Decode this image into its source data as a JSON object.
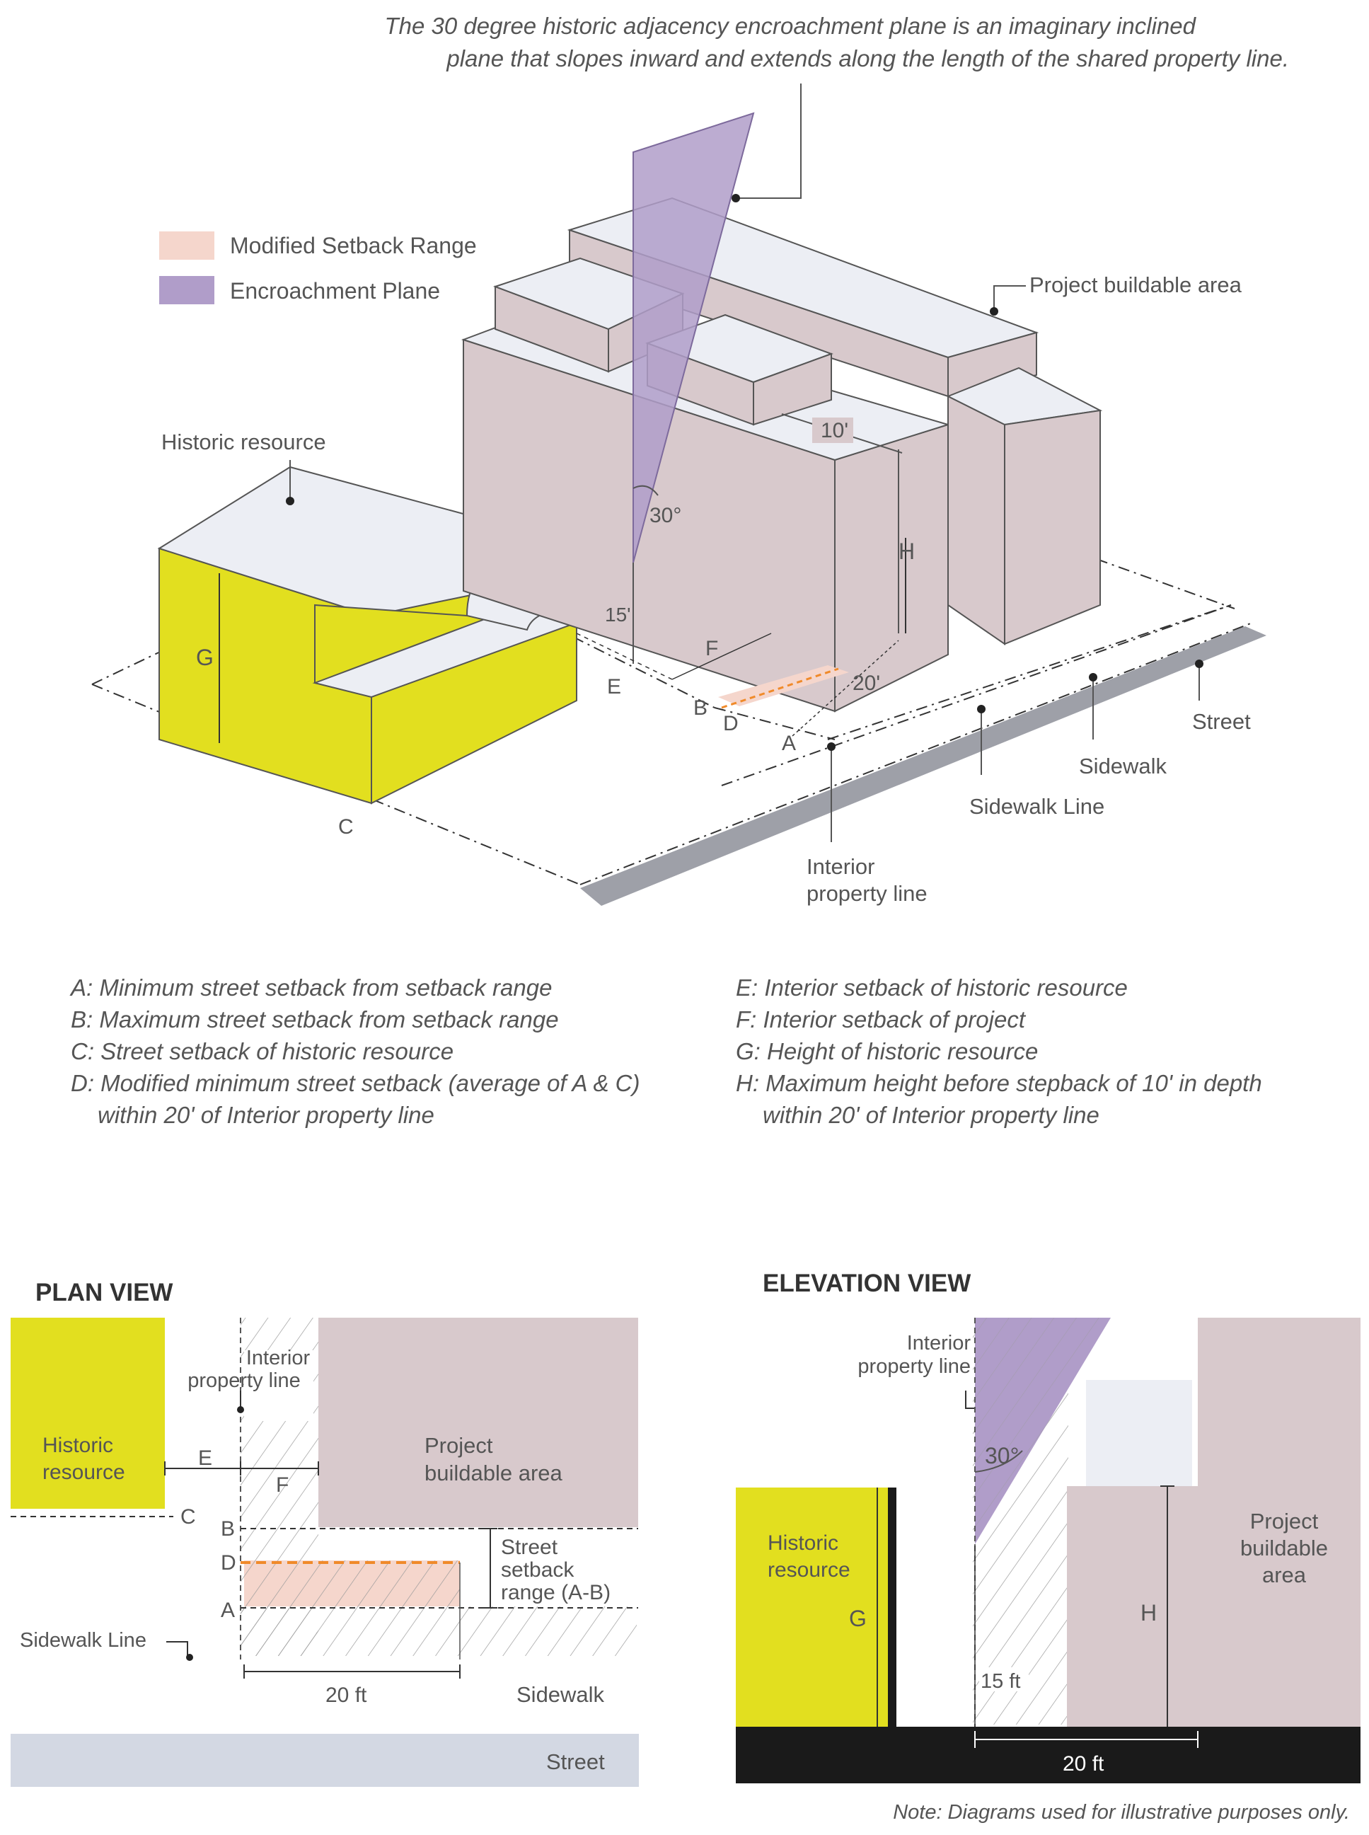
{
  "caption": {
    "line1": "The 30 degree historic adjacency encroachment plane is an imaginary inclined",
    "line2": "plane that slopes inward and extends along the length of the shared property line."
  },
  "legend": {
    "setback_range": "Modified Setback Range",
    "encroachment_plane": "Encroachment Plane"
  },
  "iso": {
    "historic_resource": "Historic resource",
    "project_buildable_area": "Project buildable area",
    "angle": "30°",
    "dim_10": "10'",
    "dim_15": "15'",
    "dim_20": "20'",
    "letter_a": "A",
    "letter_b": "B",
    "letter_c": "C",
    "letter_d": "D",
    "letter_e": "E",
    "letter_f": "F",
    "letter_g": "G",
    "letter_h": "H",
    "street": "Street",
    "sidewalk": "Sidewalk",
    "sidewalk_line": "Sidewalk Line",
    "interior_line1": "Interior",
    "interior_line2": "property line"
  },
  "notes": {
    "left": [
      "A: Minimum street setback from setback range",
      "B: Maximum street setback from setback range",
      "C: Street setback of historic resource",
      "D: Modified minimum street setback (average of A & C)",
      "within 20' of Interior property line"
    ],
    "right": [
      "E: Interior setback of historic resource",
      "F: Interior setback of project",
      "G: Height of historic resource",
      "H: Maximum height before stepback of 10' in depth",
      "within 20' of Interior property line"
    ]
  },
  "plan": {
    "title": "PLAN VIEW",
    "historic_line1": "Historic",
    "historic_line2": "resource",
    "interior_line1": "Interior",
    "interior_line2": "property line",
    "project_line1": "Project",
    "project_line2": "buildable area",
    "range_line1": "Street",
    "range_line2": "setback",
    "range_line3": "range (A-B)",
    "letter_a": "A",
    "letter_b": "B",
    "letter_c": "C",
    "letter_d": "D",
    "letter_e": "E",
    "letter_f": "F",
    "sidewalk_line": "Sidewalk Line",
    "dim_20": "20 ft",
    "sidewalk": "Sidewalk",
    "street": "Street"
  },
  "elevation": {
    "title": "ELEVATION VIEW",
    "interior_line1": "Interior",
    "interior_line2": "property line",
    "angle": "30°",
    "historic_line1": "Historic",
    "historic_line2": "resource",
    "project_line1": "Project",
    "project_line2": "buildable",
    "project_line3": "area",
    "letter_g": "G",
    "letter_h": "H",
    "dim_15": "15 ft",
    "dim_20": "20 ft"
  },
  "footnote": "Note: Diagrams used for illustrative purposes only.",
  "colors": {
    "historic": "#e2df1f",
    "building": "#d8c9cc",
    "top": "#eceef4",
    "encroachment": "#b09dc9",
    "setback": "#f5d6cc",
    "dash_orange": "#f08a2a",
    "street": "#d3d8e3",
    "ground": "#1a1a1a"
  }
}
